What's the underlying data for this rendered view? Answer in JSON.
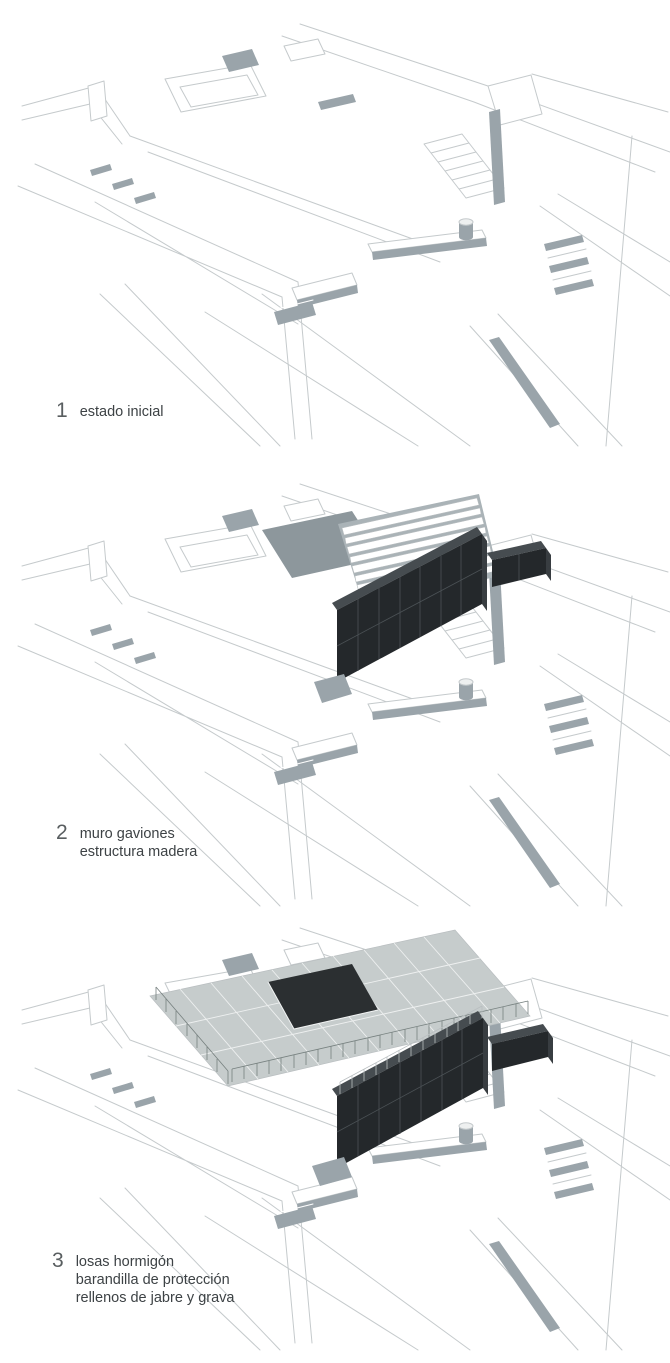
{
  "figure": {
    "panels": [
      {
        "number": "1",
        "lines": [
          "estado inicial"
        ]
      },
      {
        "number": "2",
        "lines": [
          "muro gaviones",
          "estructura madera"
        ]
      },
      {
        "number": "3",
        "lines": [
          "losas hormigón",
          "barandilla de protección",
          "rellenos de jabre y grava"
        ]
      }
    ]
  },
  "colors": {
    "background": "#ffffff",
    "line_gray": "#c5cacc",
    "accent_gray": "#9aa4aa",
    "plaza_gray": "#8d979c",
    "deck_gray": "#aab3b7",
    "platform_gray": "#c6cccc",
    "gabion_dark": "#24282b",
    "gabion_top": "#464c50",
    "text": "#3d4245"
  }
}
